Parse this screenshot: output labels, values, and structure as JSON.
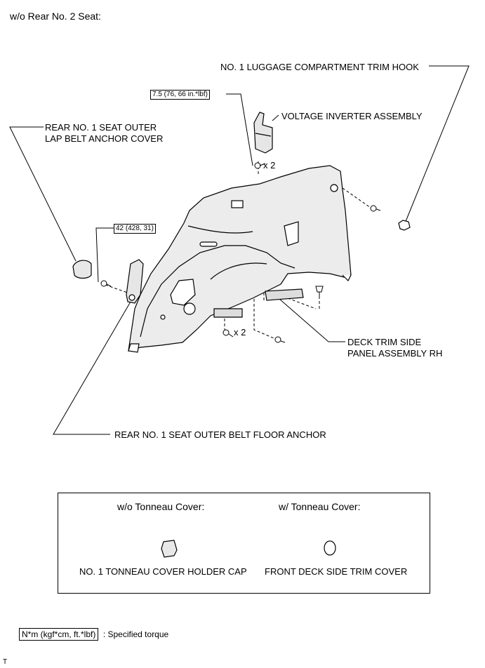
{
  "header": {
    "title": "w/o Rear No. 2 Seat:"
  },
  "labels": {
    "trim_hook": "NO. 1 LUGGAGE COMPARTMENT TRIM HOOK",
    "voltage_inverter": "VOLTAGE INVERTER ASSEMBLY",
    "lap_belt_cover_line1": "REAR NO. 1 SEAT OUTER",
    "lap_belt_cover_line2": "LAP BELT ANCHOR COVER",
    "deck_trim_line1": "DECK TRIM SIDE",
    "deck_trim_line2": "PANEL ASSEMBLY RH",
    "floor_anchor": "REAR NO. 1 SEAT OUTER BELT FLOOR ANCHOR",
    "qty_inverter": "x 2",
    "qty_bolts": "x 2"
  },
  "torques": {
    "inverter": "7.5 (76, 66 in.*lbf)",
    "anchor": "42 (428, 31)"
  },
  "legend": {
    "col1_title": "w/o Tonneau Cover:",
    "col2_title": "w/ Tonneau Cover:",
    "col1_part": "NO. 1 TONNEAU COVER HOLDER CAP",
    "col2_part": "FRONT DECK SIDE TRIM COVER"
  },
  "key": {
    "unit": "N*m (kgf*cm, ft.*lbf)",
    "desc": ": Specified torque"
  },
  "footer": {
    "mark": "T"
  }
}
